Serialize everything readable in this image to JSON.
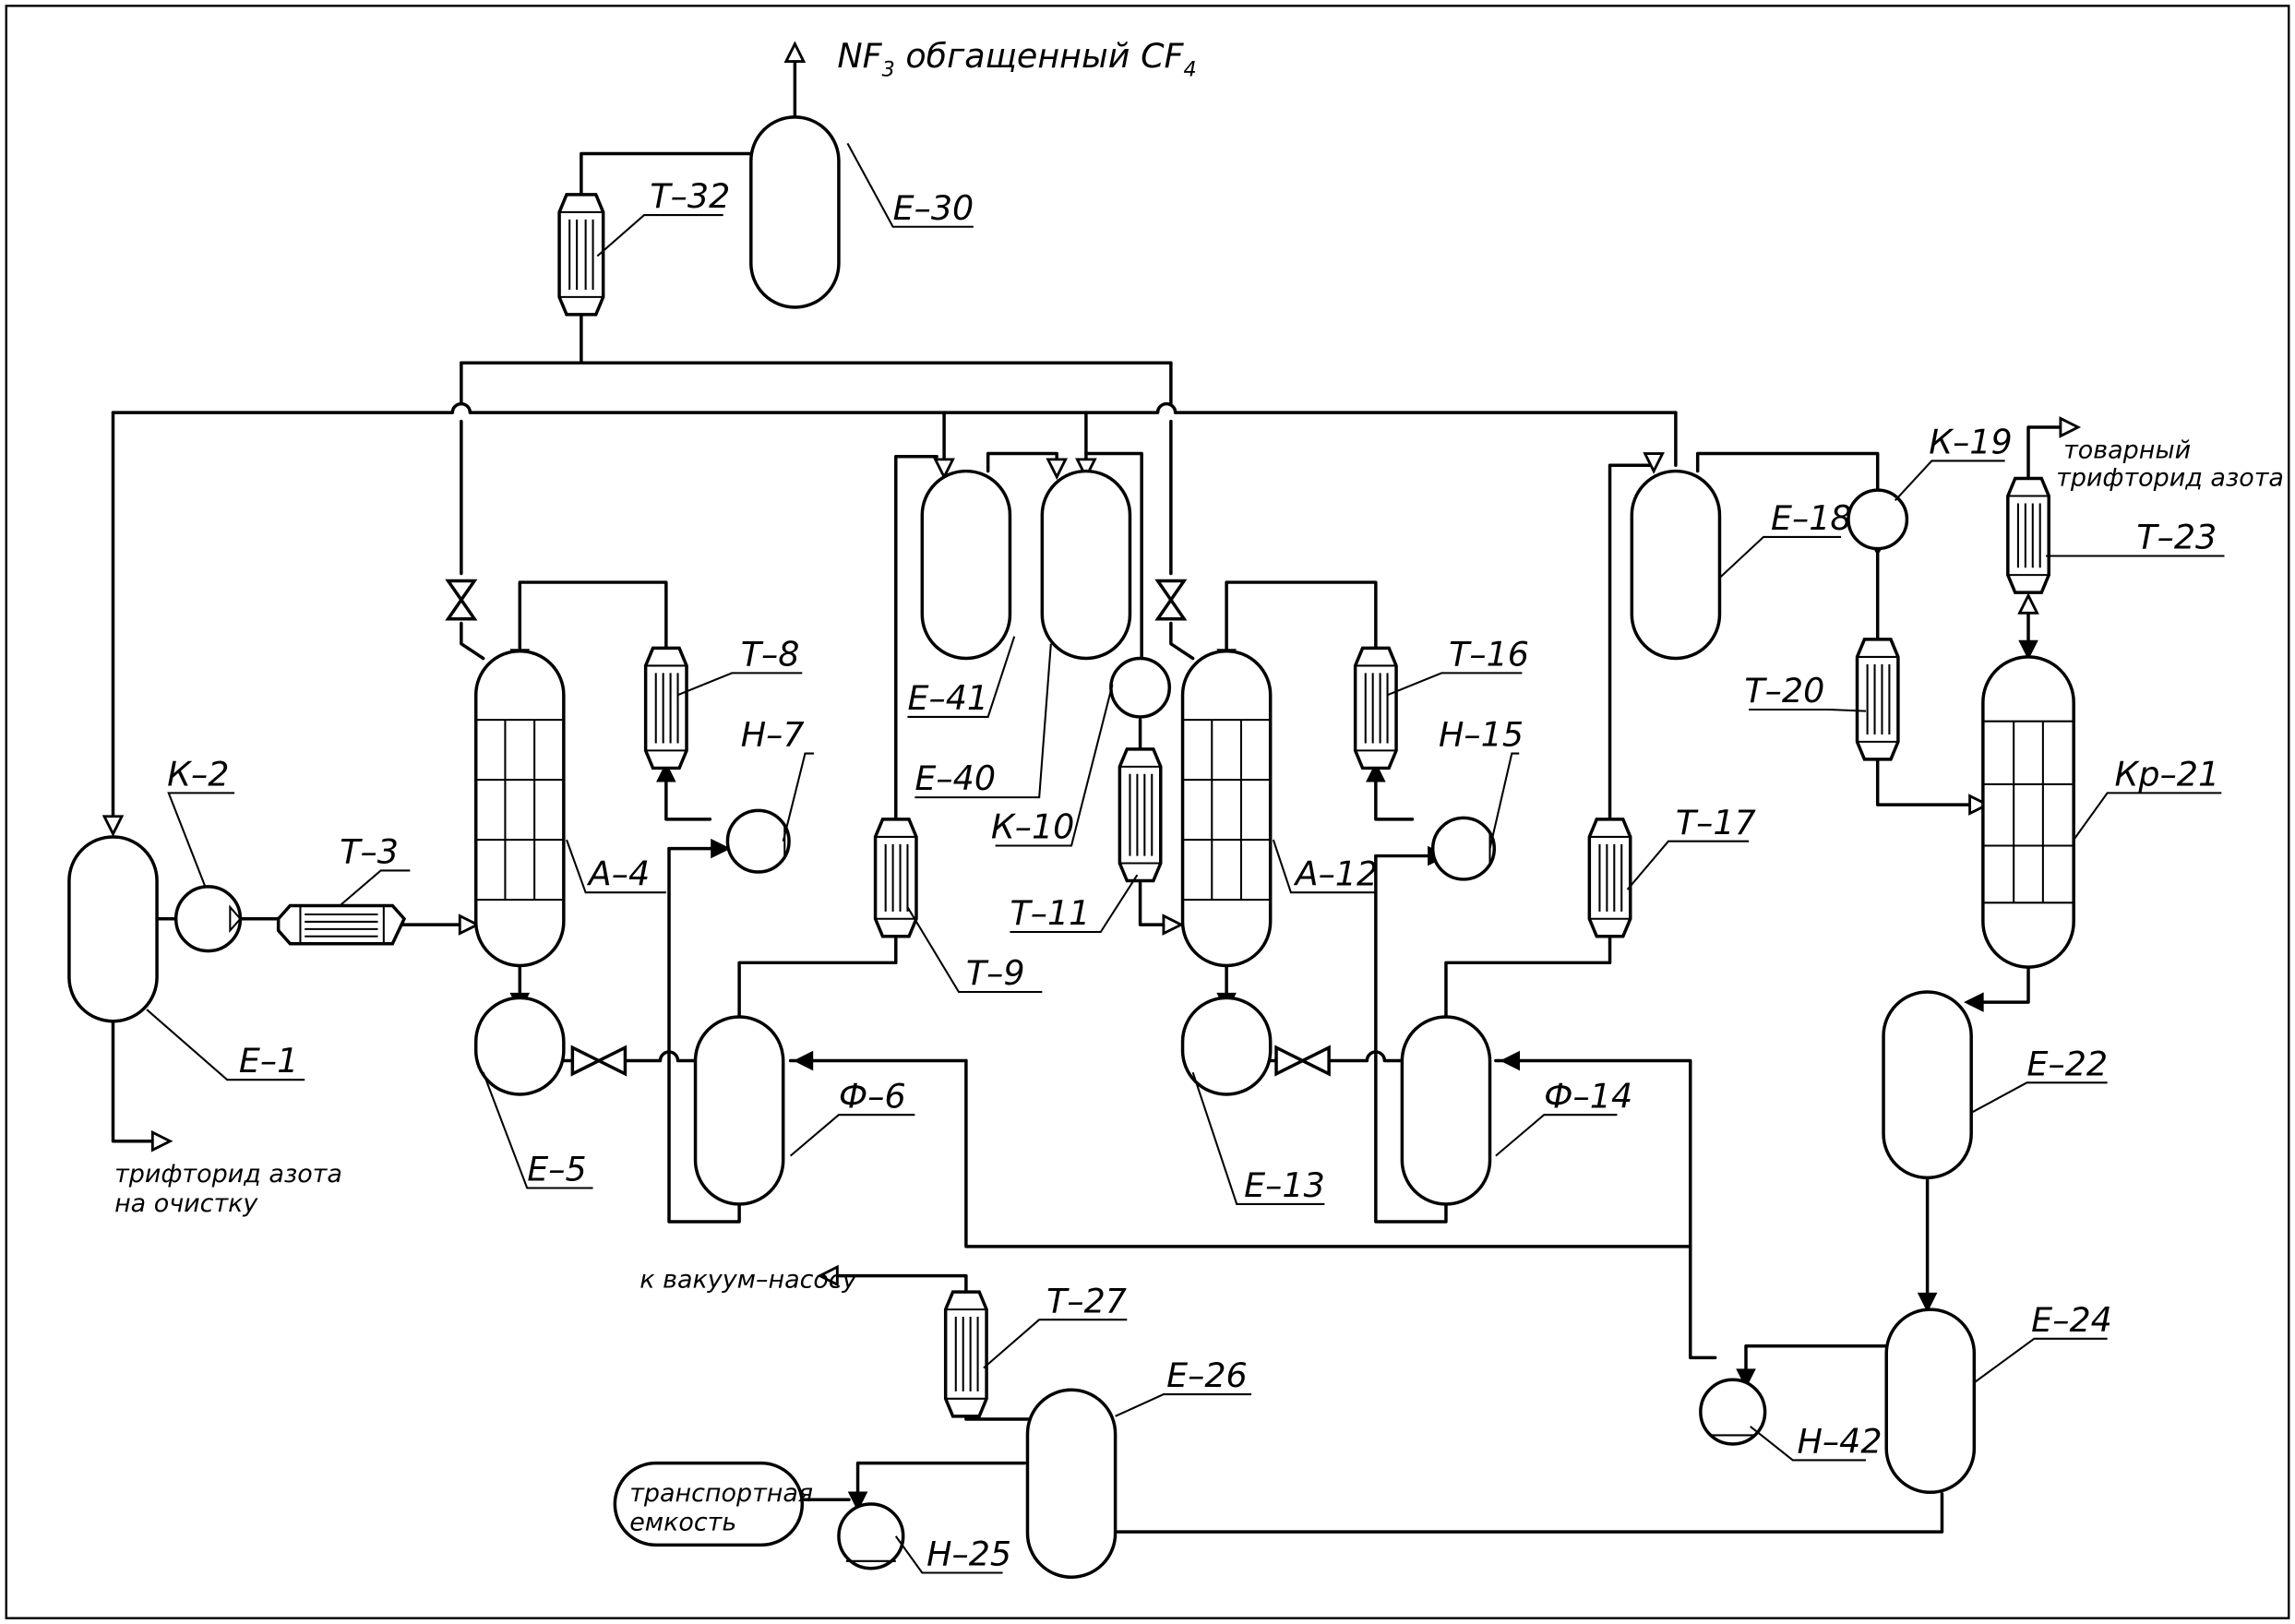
{
  "labels": {
    "E-1": "Е–1",
    "K-2": "К–2",
    "T-3": "Т–3",
    "A-4": "А–4",
    "E-5": "Е–5",
    "F-6": "Ф–6",
    "H-7": "Н–7",
    "T-8": "Т–8",
    "T-9": "Т–9",
    "K-10": "К–10",
    "T-11": "Т–11",
    "A-12": "А–12",
    "E-13": "Е–13",
    "F-14": "Ф–14",
    "H-15": "Н–15",
    "T-16": "Т–16",
    "T-17": "Т–17",
    "E-18": "Е–18",
    "K-19": "К–19",
    "T-20": "Т–20",
    "Kr-21": "Кр–21",
    "E-22": "Е–22",
    "T-23": "Т–23",
    "E-24": "Е–24",
    "H-25": "Н–25",
    "E-26": "Е–26",
    "T-27": "Т–27",
    "E-30": "Е–30",
    "T-32": "Т–32",
    "E-40": "Е–40",
    "E-41": "Е–41",
    "H-42": "Н–42"
  },
  "notes": {
    "top_out_main": "NF",
    "top_out_sub1": "3",
    "top_out_mid": " обгащенный CF",
    "top_out_sub2": "4",
    "purification_l1": "трифторид азота",
    "purification_l2": "на очистку",
    "product_l1": "товарный",
    "product_l2": "трифторид азота",
    "vacuum": "к вакуум–насосу",
    "transport_l1": "транспортная",
    "transport_l2": "емкость"
  }
}
